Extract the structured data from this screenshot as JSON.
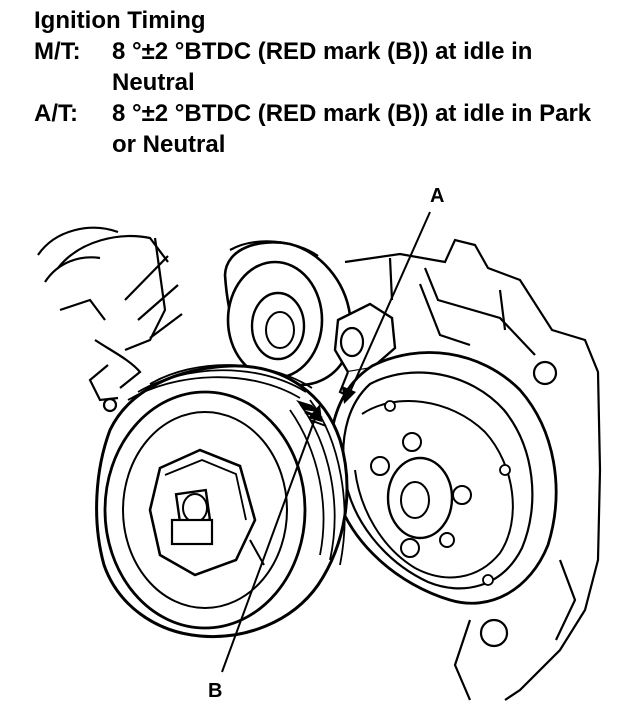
{
  "heading": "Ignition Timing",
  "specs": [
    {
      "label": "M/T:",
      "line1": "8 °±2 °BTDC (RED mark (B)) at idle in",
      "line2": "Neutral"
    },
    {
      "label": "A/T:",
      "line1": "8 °±2 °BTDC (RED mark (B)) at idle in Park",
      "line2": "or Neutral"
    }
  ],
  "callouts": {
    "a": "A",
    "b": "B"
  }
}
